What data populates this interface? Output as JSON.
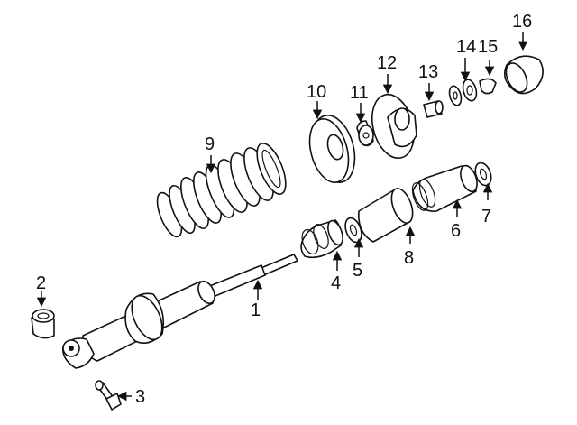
{
  "callouts": [
    {
      "id": "1"
    },
    {
      "id": "2"
    },
    {
      "id": "3"
    },
    {
      "id": "4"
    },
    {
      "id": "5"
    },
    {
      "id": "6"
    },
    {
      "id": "7"
    },
    {
      "id": "8"
    },
    {
      "id": "9"
    },
    {
      "id": "10"
    },
    {
      "id": "11"
    },
    {
      "id": "12"
    },
    {
      "id": "13"
    },
    {
      "id": "14"
    },
    {
      "id": "15"
    },
    {
      "id": "16"
    }
  ],
  "colors": {
    "line": "#111111",
    "background": "#ffffff"
  }
}
